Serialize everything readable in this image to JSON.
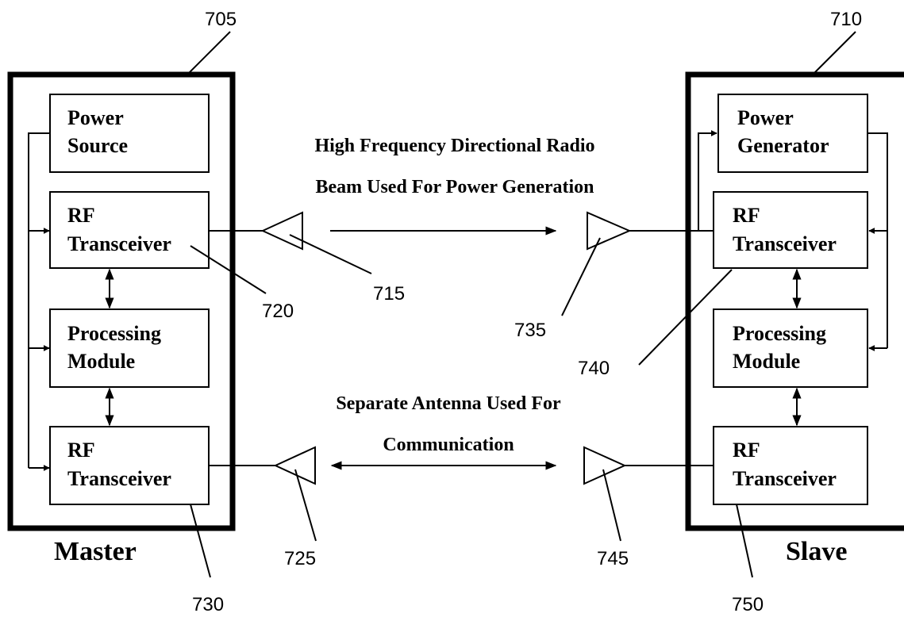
{
  "master": {
    "title": "Master",
    "ref": "705",
    "blocks": [
      {
        "line1": "Power",
        "line2": "Source"
      },
      {
        "line1": "RF",
        "line2": "Transceiver"
      },
      {
        "line1": "Processing",
        "line2": "Module"
      },
      {
        "line1": "RF",
        "line2": "Transceiver"
      }
    ],
    "refs": {
      "rf_top": "720",
      "rf_bottom": "730",
      "antenna_top": "715",
      "antenna_bottom": "725"
    }
  },
  "slave": {
    "title": "Slave",
    "ref": "710",
    "blocks": [
      {
        "line1": "Power",
        "line2": "Generator"
      },
      {
        "line1": "RF",
        "line2": "Transceiver"
      },
      {
        "line1": "Processing",
        "line2": "Module"
      },
      {
        "line1": "RF",
        "line2": "Transceiver"
      }
    ],
    "refs": {
      "rf_top": "740",
      "rf_bottom": "750",
      "antenna_top": "735",
      "antenna_bottom": "745"
    }
  },
  "links": {
    "power_beam": {
      "line1": "High Frequency Directional Radio",
      "line2": "Beam Used For Power Generation"
    },
    "communication": {
      "line1": "Separate Antenna Used For",
      "line2": "Communication"
    }
  }
}
